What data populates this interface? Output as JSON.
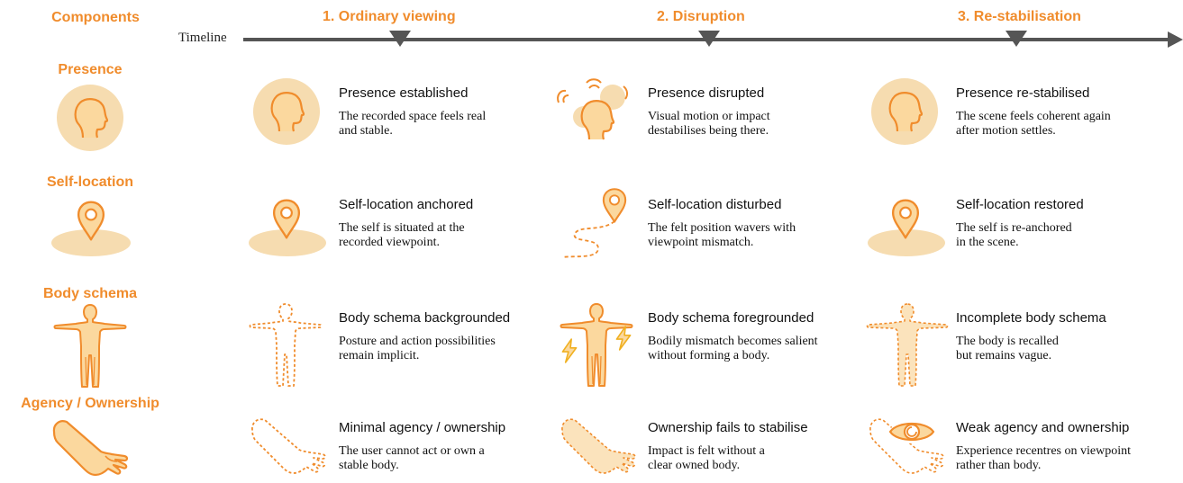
{
  "colors": {
    "accent": "#f08c2c",
    "fill_light": "#fbd89e",
    "fill_ring": "#f6dcb0",
    "timeline": "#555555"
  },
  "header": {
    "components_label": "Components",
    "timeline_label": "Timeline",
    "stages": [
      "1. Ordinary viewing",
      "2. Disruption",
      "3. Re-stabilisation"
    ]
  },
  "components": [
    "Presence",
    "Self-location",
    "Body schema",
    "Agency / Ownership"
  ],
  "component_icons": [
    "head-icon",
    "location-pin-icon",
    "human-body-icon",
    "arm-hand-icon"
  ],
  "rows": [
    {
      "cells": [
        {
          "icon": "head-icon",
          "title": "Presence established",
          "desc": "The recorded space feels real\nand stable."
        },
        {
          "icon": "disturbed-head-icon",
          "title": "Presence disrupted",
          "desc": "Visual motion or impact\ndestabilises being there."
        },
        {
          "icon": "head-icon",
          "title": "Presence re-stabilised",
          "desc": "The scene feels coherent again\nafter motion settles."
        }
      ]
    },
    {
      "cells": [
        {
          "icon": "location-pin-icon",
          "title": "Self-location anchored",
          "desc": "The self is situated at the\nrecorded viewpoint."
        },
        {
          "icon": "wandering-pin-icon",
          "title": "Self-location disturbed",
          "desc": "The felt position wavers with\nviewpoint mismatch."
        },
        {
          "icon": "location-pin-icon",
          "title": "Self-location restored",
          "desc": "The self is re-anchored\nin the scene."
        }
      ]
    },
    {
      "cells": [
        {
          "icon": "dashed-body-icon",
          "title": "Body schema backgrounded",
          "desc": "Posture and action possibilities\nremain implicit."
        },
        {
          "icon": "body-lightning-icon",
          "title": "Body schema foregrounded",
          "desc": "Bodily mismatch becomes salient\nwithout forming a body."
        },
        {
          "icon": "faded-body-icon",
          "title": "Incomplete body schema",
          "desc": "The body is recalled\nbut remains vague."
        }
      ]
    },
    {
      "cells": [
        {
          "icon": "dashed-arm-icon",
          "title": "Minimal agency / ownership",
          "desc": "The user cannot act or own a\nstable body."
        },
        {
          "icon": "faded-arm-icon",
          "title": "Ownership fails to stabilise",
          "desc": "Impact is felt without a\nclear owned body."
        },
        {
          "icon": "eye-arm-icon",
          "title": "Weak agency and ownership",
          "desc": "Experience recentres on viewpoint\nrather than body."
        }
      ]
    }
  ]
}
